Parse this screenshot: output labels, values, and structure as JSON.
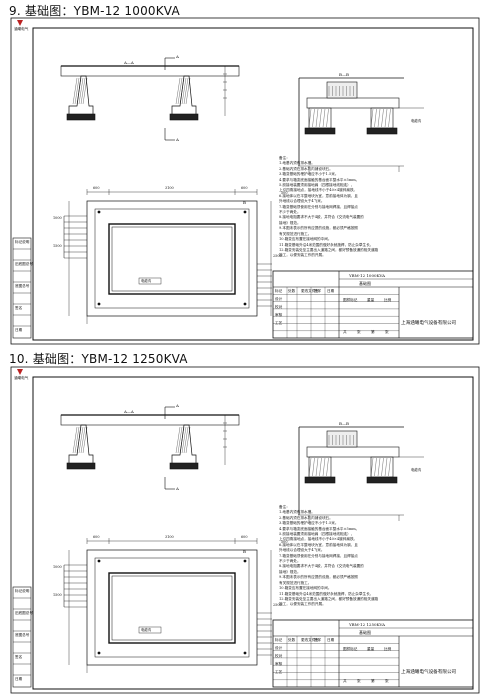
{
  "drawings": [
    {
      "heading": "9. 基础图：YBM-12 1000KVA",
      "logo_text": "涵曦电气",
      "section_aa": "A—A",
      "section_bb": "B—B",
      "label_a": "A",
      "label_b": "B",
      "dims": {
        "d600a": "600",
        "d3100": "3100",
        "d600b": "600",
        "d500": "500",
        "d2500": "2500",
        "d1500": "1500",
        "d1000": "1000"
      },
      "cable_label": "电缆沟",
      "notes_title": "备注：",
      "notes": [
        "1.地基内须有排水槽。",
        "2.基础内须在排水坑内铺设块石。",
        "3.箱变基础的埋护墙应不小于1.5米。",
        "4.要求与箱变底面接触的基台面平整水平±5mm。",
        "5.設接地装置须用接地扁（四根接地线相连），",
        "  上引四角接地点，接地线不小于40×4镀锌扁铁。",
        "6.接地体以在平整地块为宜，意前接地体为钢，且",
        "  外地线以合理设大于4飞米。",
        "7.箱变基础须使用在分别与接地网焊接，且焊接点",
        "  不少于两处。",
        "8.接地电阻要求不大于4欧，并符合《交流电气装置的",
        "  接地》规范。",
        "9.本图未表示的所有应提的设施，都必须严格按照",
        "  有关规范进行施工。",
        "10.箱变应布置在接地网的中间。",
        "11.箱变基础外沿4米范围的做好永就施焊，防止杂草生长。",
        "12.箱变安装处至主要出入道路之间，都好预备放通的相关道路",
        "   施工，以便安装工作的开展。"
      ],
      "title_block": {
        "model": "YBM-12 1000KVA",
        "drawing_name": "基础图",
        "company": "上海涵曦电气设备有限公司",
        "headers": [
          "标记",
          "处数",
          "更改文件号",
          "签字",
          "日期"
        ],
        "rows": [
          [
            "设计",
            "未节",
            "工艺",
            "",
            "重量",
            "比例"
          ],
          [
            "校对",
            "",
            "标准化",
            "",
            "",
            ""
          ],
          [
            "审核",
            "",
            "批准",
            ""
          ],
          [
            "工艺",
            "",
            "施工日期"
          ]
        ],
        "sub_labels": [
          "图样标记",
          "重量",
          "比例"
        ],
        "sheet_labels": [
          "共",
          "张",
          "第",
          "张"
        ]
      },
      "side_strip": [
        "标记说明",
        "",
        "旧底图总号",
        "",
        "底图总号",
        "",
        "签名",
        "",
        "日期"
      ]
    },
    {
      "heading": "10. 基础图：YBM-12 1250KVA",
      "logo_text": "涵曦电气",
      "section_aa": "A—A",
      "section_bb": "B—B",
      "label_a": "A",
      "label_b": "B",
      "dims": {
        "d600a": "600",
        "d3100": "3100",
        "d600b": "600",
        "d500": "500",
        "d2500": "2500",
        "d1500": "1500",
        "d1000": "1000"
      },
      "cable_label": "电缆沟",
      "notes_title": "备注：",
      "notes": [
        "1.地基内须有排水槽。",
        "2.基础内须在排水坑内铺设块石。",
        "3.箱变基础的埋护墙应不小于1.5米。",
        "4.要求与箱变底面接触的基台面平整水平±5mm。",
        "5.設接地装置须用接地扁（四根接地线相连），",
        "  上引四角接地点，接地线不小于40×4镀锌扁铁。",
        "6.接地体以在平整地块为宜，意前接地体为钢，且",
        "  外地线以合理设大于4飞米。",
        "7.箱变基础须使用在分别与接地网焊接，且焊接点",
        "  不少于两处。",
        "8.接地电阻要求不大于4欧，并符合《交流电气装置的",
        "  接地》规范。",
        "9.本图未表示的所有应提的设施，都必须严格按照",
        "  有关规范进行施工。",
        "10.箱变应布置在接地网的中间。",
        "11.箱变基础外沿4米范围的做好永就施焊，防止杂草生长。",
        "12.箱变安装处至主要出入道路之间，都好预备放通的相关道路",
        "   施工，以便安装工作的开展。"
      ],
      "title_block": {
        "model": "YBM-12 1250KVA",
        "drawing_name": "基础图",
        "company": "上海涵曦电气设备有限公司",
        "headers": [
          "标记",
          "处数",
          "更改文件号",
          "签字",
          "日期"
        ],
        "rows": [
          [
            "设计",
            "未节",
            "工艺",
            "",
            "重量",
            "比例"
          ],
          [
            "校对",
            "",
            "标准化",
            "",
            "",
            ""
          ],
          [
            "审核",
            "",
            "批准",
            ""
          ],
          [
            "工艺",
            "",
            "施工日期"
          ]
        ],
        "sub_labels": [
          "图样标记",
          "重量",
          "比例"
        ],
        "sheet_labels": [
          "共",
          "张",
          "第",
          "张"
        ]
      },
      "side_strip": [
        "标记说明",
        "",
        "旧底图总号",
        "",
        "底图总号",
        "",
        "签名",
        "",
        "日期"
      ]
    }
  ]
}
